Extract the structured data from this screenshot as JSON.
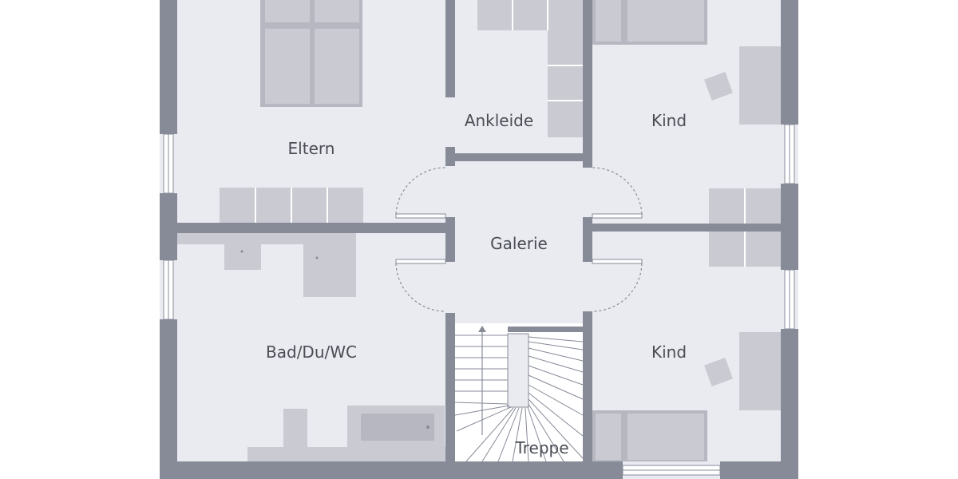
{
  "floorplan": {
    "rooms": {
      "eltern": "Eltern",
      "ankleide": "Ankleide",
      "kind_top": "Kind",
      "galerie": "Galerie",
      "bad": "Bad/Du/WC",
      "kind_bottom": "Kind",
      "treppe": "Treppe"
    }
  },
  "colors": {
    "wall": "#878b98",
    "floor": "#eaebf1",
    "furniture": "#c9cad2",
    "label": "#4a4d55"
  }
}
